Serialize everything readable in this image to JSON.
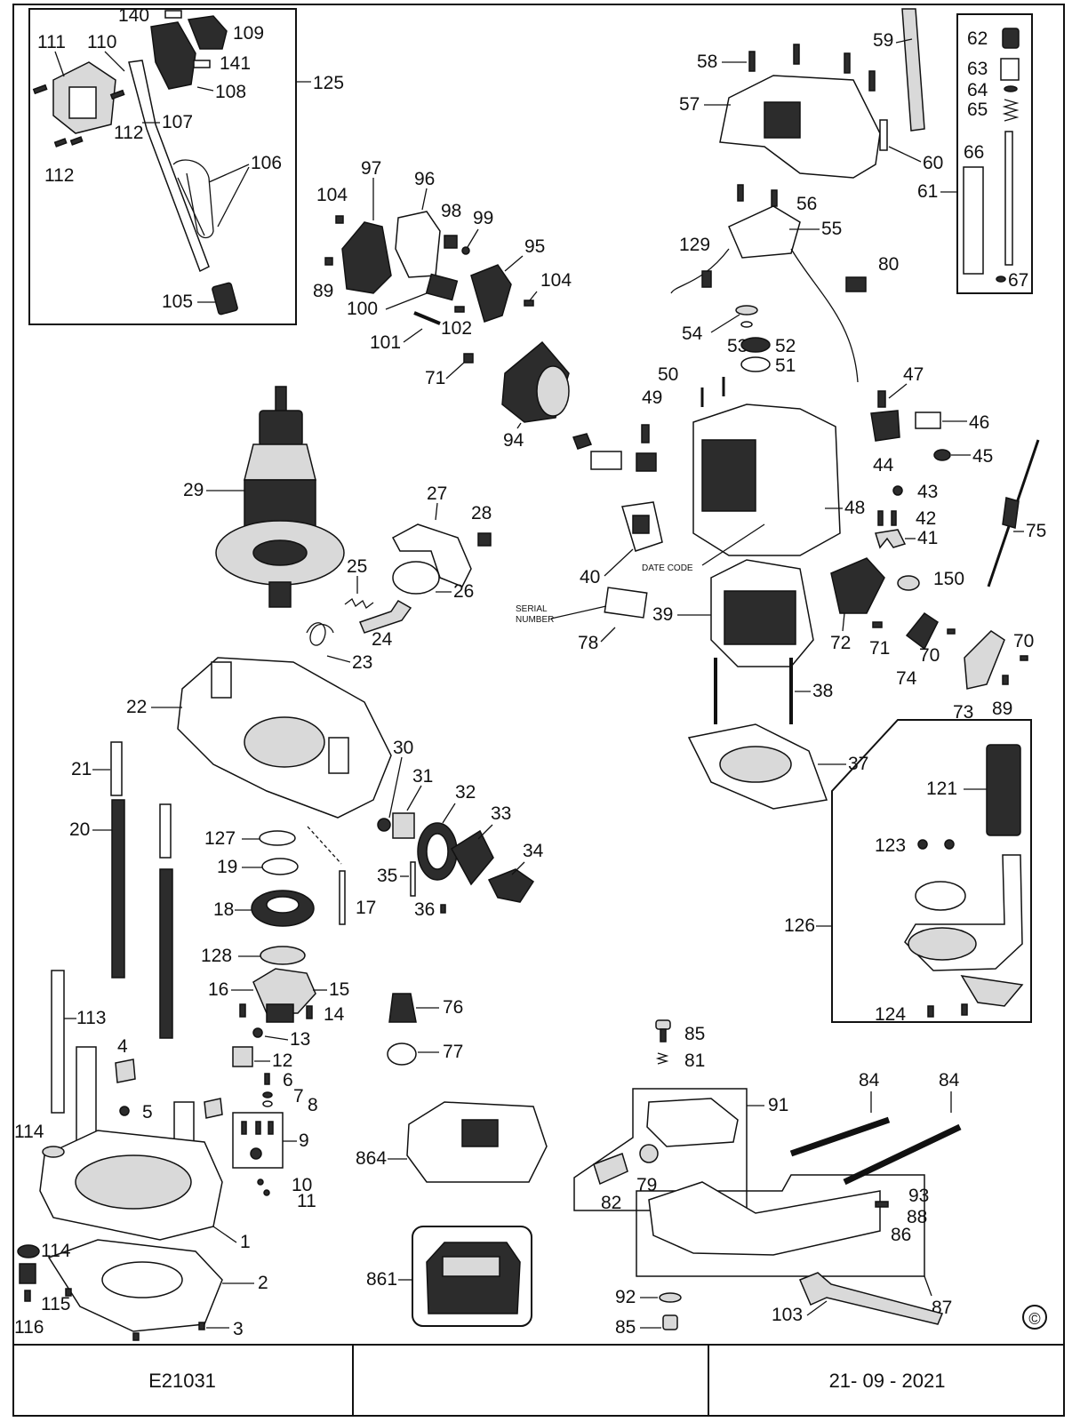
{
  "document": {
    "drawing_number": "E21031",
    "middle_cell": "",
    "date": "21- 09 - 2021",
    "copyright_symbol": "©"
  },
  "annotations": {
    "date_code": "DATE CODE",
    "serial_number_line1": "SERIAL",
    "serial_number_line2": "NUMBER"
  },
  "callouts": {
    "c1": "1",
    "c2": "2",
    "c3": "3",
    "c4": "4",
    "c5": "5",
    "c6": "6",
    "c7": "7",
    "c8": "8",
    "c9": "9",
    "c10": "10",
    "c11": "11",
    "c12": "12",
    "c13": "13",
    "c14": "14",
    "c15": "15",
    "c16": "16",
    "c17": "17",
    "c18": "18",
    "c19": "19",
    "c20": "20",
    "c21": "21",
    "c22": "22",
    "c23": "23",
    "c24": "24",
    "c25": "25",
    "c26": "26",
    "c27": "27",
    "c28": "28",
    "c29": "29",
    "c30": "30",
    "c31": "31",
    "c32": "32",
    "c33": "33",
    "c34": "34",
    "c35": "35",
    "c36": "36",
    "c37": "37",
    "c38": "38",
    "c39": "39",
    "c40": "40",
    "c41": "41",
    "c42": "42",
    "c43": "43",
    "c44": "44",
    "c45": "45",
    "c46": "46",
    "c47": "47",
    "c48": "48",
    "c49": "49",
    "c50": "50",
    "c51": "51",
    "c52": "52",
    "c53": "53",
    "c54": "54",
    "c55": "55",
    "c56": "56",
    "c57": "57",
    "c58": "58",
    "c59": "59",
    "c60": "60",
    "c61": "61",
    "c62": "62",
    "c63": "63",
    "c64": "64",
    "c65": "65",
    "c66": "66",
    "c67": "67",
    "c70": "70",
    "c71": "71",
    "c72": "72",
    "c73": "73",
    "c74": "74",
    "c75": "75",
    "c76": "76",
    "c77": "77",
    "c78": "78",
    "c79": "79",
    "c80": "80",
    "c81": "81",
    "c82": "82",
    "c84": "84",
    "c85": "85",
    "c86": "86",
    "c87": "87",
    "c88": "88",
    "c89": "89",
    "c91": "91",
    "c92": "92",
    "c93": "93",
    "c94": "94",
    "c95": "95",
    "c96": "96",
    "c97": "97",
    "c98": "98",
    "c99": "99",
    "c100": "100",
    "c101": "101",
    "c102": "102",
    "c103": "103",
    "c104": "104",
    "c105": "105",
    "c106": "106",
    "c107": "107",
    "c108": "108",
    "c109": "109",
    "c110": "110",
    "c111": "111",
    "c112": "112",
    "c113": "113",
    "c114": "114",
    "c115": "115",
    "c116": "116",
    "c121": "121",
    "c123": "123",
    "c124": "124",
    "c125": "125",
    "c126": "126",
    "c127": "127",
    "c128": "128",
    "c129": "129",
    "c140": "140",
    "c141": "141",
    "c150": "150",
    "c861": "861",
    "c864": "864"
  }
}
